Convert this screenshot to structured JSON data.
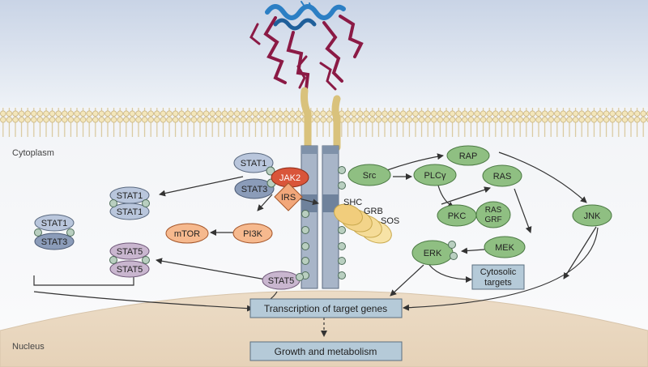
{
  "regions": {
    "cytoplasm": "Cytoplasm",
    "nucleus": "Nucleus"
  },
  "nodes": {
    "stat1_top": "STAT1",
    "jak2": "JAK2",
    "stat3_top": "STAT3",
    "irs": "IRS",
    "stat1_dimer_a": "STAT1",
    "stat1_dimer_b": "STAT1",
    "stat1_het": "STAT1",
    "stat3_het": "STAT3",
    "stat5_dimer_a": "STAT5",
    "stat5_dimer_b": "STAT5",
    "mtor": "mTOR",
    "pi3k": "PI3K",
    "stat5_receptor": "STAT5",
    "shc": "SHC",
    "grb": "GRB",
    "sos": "SOS",
    "src": "Src",
    "plcy": "PLCγ",
    "rap": "RAP",
    "ras": "RAS",
    "pkc": "PKC",
    "ras_grf_1": "RAS",
    "ras_grf_2": "GRF",
    "jnk": "JNK",
    "mek": "MEK",
    "erk": "ERK",
    "cytosolic_1": "Cytosolic",
    "cytosolic_2": "targets"
  },
  "boxes": {
    "transcription": "Transcription of target genes",
    "growth": "Growth and metabolism"
  },
  "colors": {
    "stat_blue": "#b9c6dc",
    "jak2_red": "#d9553a",
    "irs_orange": "#f2a77a",
    "orange_node": "#f6b98e",
    "green_node": "#8fbf82",
    "stat5_purple": "#c9b6cf",
    "box_blue": "#b5cad8",
    "receptor": "#9aa9be",
    "protein_blue": "#2c7fc4",
    "protein_red": "#8b1a45"
  }
}
